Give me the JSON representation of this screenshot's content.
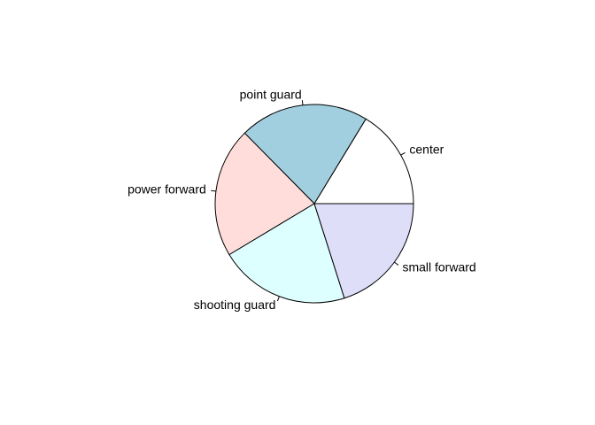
{
  "chart_data": {
    "type": "pie",
    "title": "",
    "start_angle_deg": 0,
    "direction": "counterclockwise",
    "slices": [
      {
        "label": "center",
        "value": 16.3,
        "color": "#FFFFFF"
      },
      {
        "label": "point guard",
        "value": 21.1,
        "color": "#A1CFDF"
      },
      {
        "label": "power forward",
        "value": 21.2,
        "color": "#FFDDDB"
      },
      {
        "label": "shooting guard",
        "value": 21.3,
        "color": "#DDFFFF"
      },
      {
        "label": "small forward",
        "value": 20.1,
        "color": "#DEDEF9"
      }
    ]
  }
}
